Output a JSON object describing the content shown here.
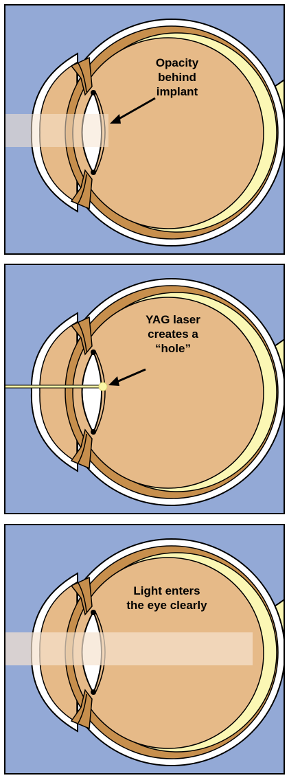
{
  "panels": [
    {
      "id": "panel-opacity",
      "label_lines": [
        "Opacity",
        "behind",
        "implant"
      ]
    },
    {
      "id": "panel-yag-laser",
      "label_lines": [
        "YAG laser",
        "creates a",
        "“hole”"
      ]
    },
    {
      "id": "panel-clear-vision",
      "label_lines": [
        "Light enters",
        "the eye clearly"
      ]
    }
  ],
  "colors": {
    "background": "#93a9d6",
    "eye_fill": "#e6ba88",
    "eye_wall": "#c78f4d",
    "retina": "#fbf7b4",
    "outline": "#000000",
    "laser": "#faf6a6",
    "light_beam": "#f5e3cf"
  }
}
